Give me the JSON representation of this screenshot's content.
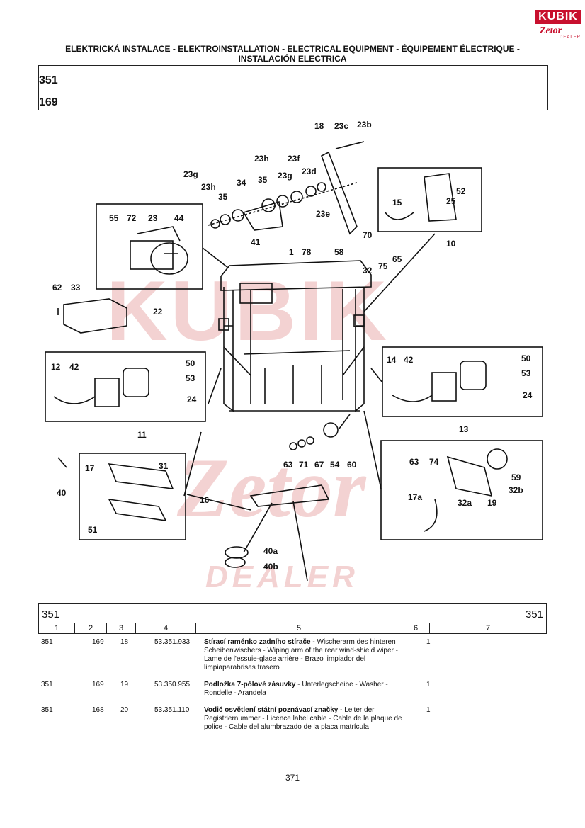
{
  "brand": {
    "top": "KUBIK",
    "bottom": "Zetor",
    "sub": "DEALER"
  },
  "header": {
    "title": "ELEKTRICKÁ INSTALACE - ELEKTROINSTALLATION - ELECTRICAL EQUIPMENT - ÉQUIPEMENT ÉLECTRIQUE - INSTALACIÓN ELECTRICA",
    "group": "351",
    "subgroup": "169"
  },
  "diagram": {
    "callouts": [
      "18",
      "23c",
      "23b",
      "23h",
      "23f",
      "23g",
      "23h",
      "34",
      "35",
      "23g",
      "23d",
      "35",
      "23e",
      "55",
      "72",
      "23",
      "44",
      "41",
      "1",
      "78",
      "58",
      "70",
      "62",
      "33",
      "22",
      "32",
      "75",
      "65",
      "52",
      "15",
      "25",
      "10",
      "12",
      "42",
      "50",
      "53",
      "24",
      "14",
      "42",
      "50",
      "53",
      "24",
      "11",
      "13",
      "63",
      "71",
      "67",
      "54",
      "60",
      "17",
      "31",
      "16",
      "40",
      "51",
      "63",
      "74",
      "59",
      "32b",
      "17a",
      "32a",
      "19",
      "40a",
      "40b"
    ],
    "watermarks": [
      "KUBIK",
      "Zetor",
      "DEALER"
    ]
  },
  "table": {
    "group_left": "351",
    "group_right": "351",
    "columns": [
      "1",
      "2",
      "3",
      "4",
      "5",
      "6",
      "7"
    ],
    "rows": [
      {
        "c1": "351",
        "c2": "169",
        "c3": "18",
        "c4": "53.351.933",
        "name": "Stírací raménko zadního stírače",
        "desc": " - Wischerarm des hinteren Scheibenwischers - Wiping arm of the rear wind-shield wiper - Lame de l'essuie-glace arrière - Brazo limpiador del limpiaparabrisas trasero",
        "qty": "1"
      },
      {
        "c1": "351",
        "c2": "169",
        "c3": "19",
        "c4": "53.350.955",
        "name": "Podložka 7-pólové zásuvky",
        "desc": " - Unterlegscheibe - Washer - Rondelle - Arandela",
        "qty": "1"
      },
      {
        "c1": "351",
        "c2": "168",
        "c3": "20",
        "c4": "53.351.110",
        "name": "Vodič osvětlení státní poznávací značky",
        "desc": " - Leiter der Registriernummer - Licence label cable - Cable de la plaque de police - Cable del alumbrazado de la placa matrícula",
        "qty": "1"
      }
    ]
  },
  "page_number": "371"
}
